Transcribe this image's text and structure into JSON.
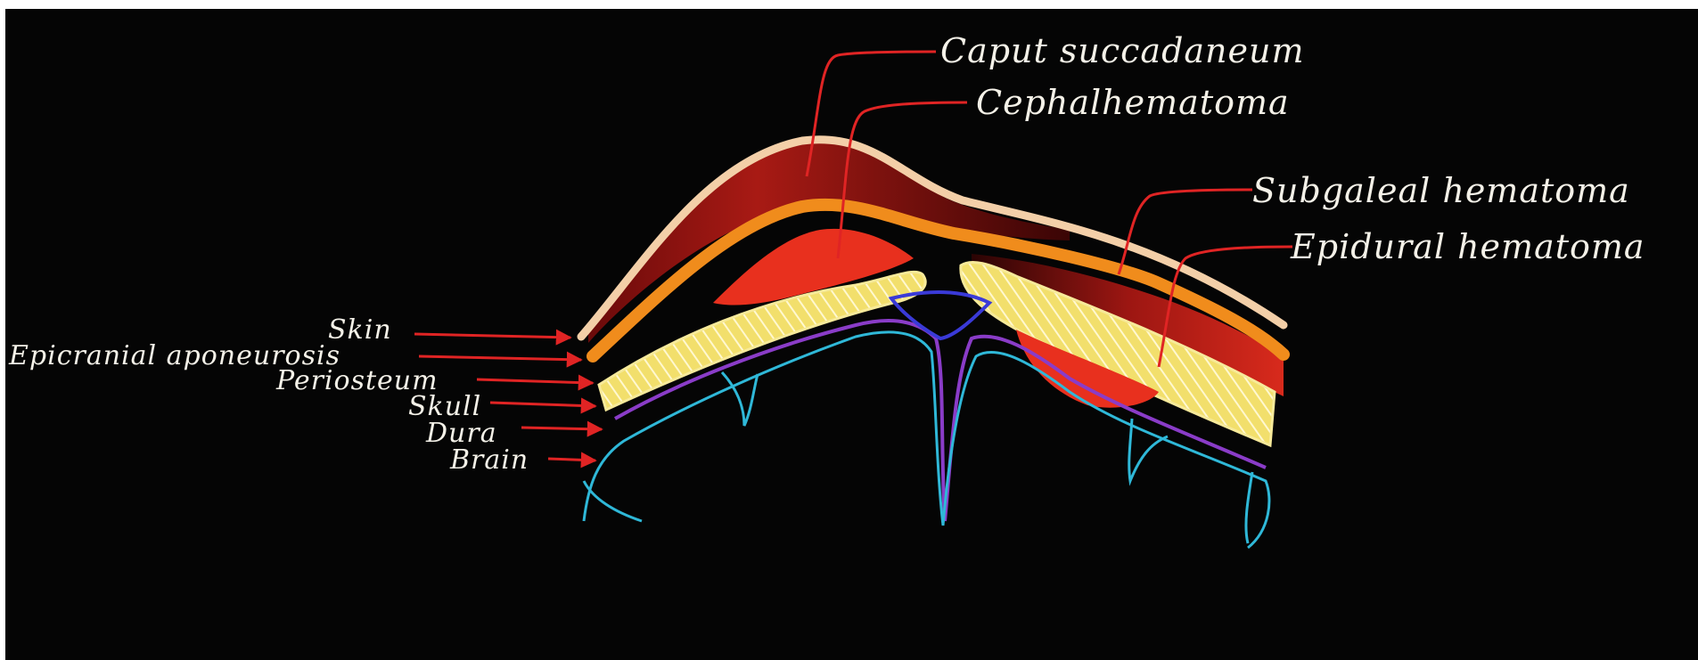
{
  "labels": {
    "caput_succadaneum": "Caput succadaneum",
    "cephalhematoma": "Cephalhematoma",
    "subgaleal_hematoma": "Subgaleal hematoma",
    "epidural_hematoma": "Epidural hematoma",
    "skin": "Skin",
    "epicranial_aponeurosis": "Epicranial aponeurosis",
    "periosteum": "Periosteum",
    "skull": "Skull",
    "dura": "Dura",
    "brain": "Brain"
  },
  "colors": {
    "background": "#050505",
    "skin": "#f3cfa8",
    "aponeurosis": "#f08c1c",
    "skull": "#f3e06a",
    "hematoma_red": "#e8301e",
    "dark_red": "#6e0c0c",
    "dura": "#8a3cc8",
    "brain": "#2fb8d8",
    "arrow": "#e02424",
    "label_text": "#f4f1e8"
  }
}
